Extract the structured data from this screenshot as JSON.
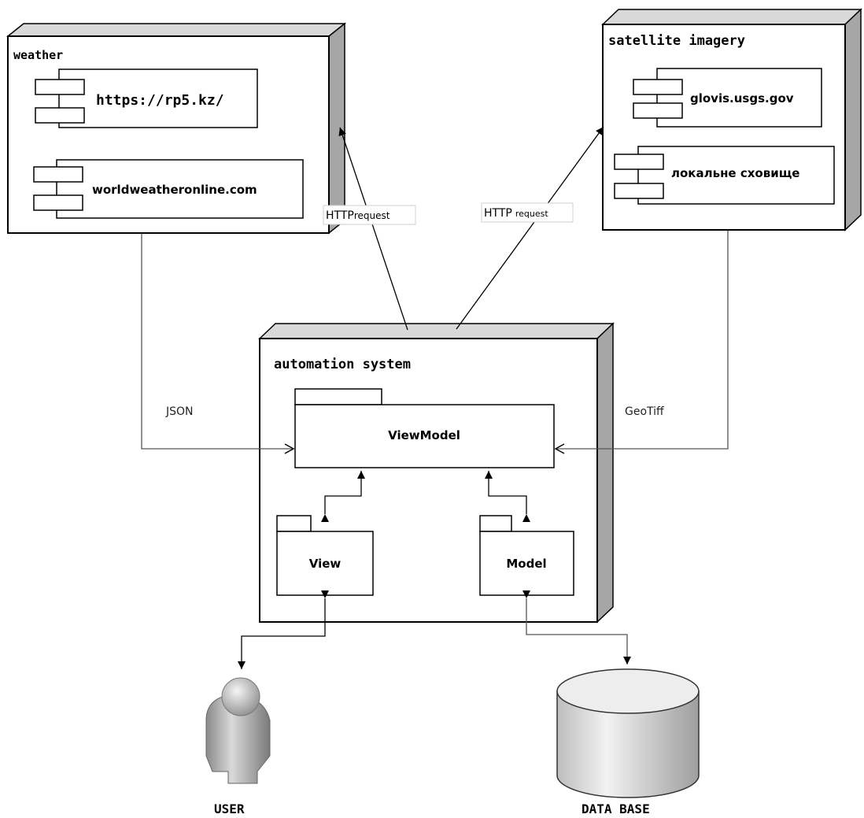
{
  "nodes": {
    "weather": {
      "title": "weather",
      "components": [
        "https://rp5.kz/",
        "worldweatheronline.com"
      ]
    },
    "satellite": {
      "title": "satellite imagery",
      "components": [
        "glovis.usgs.gov",
        "локальне сховище"
      ]
    },
    "automation": {
      "title": "automation system",
      "packages": {
        "viewmodel": "ViewModel",
        "view": "View",
        "model": "Model"
      }
    }
  },
  "edges": {
    "json": "JSON",
    "geotiff": "GeoTiff",
    "http_left_big": "HTTP",
    "http_left_small": "request",
    "http_right_big": "HTTP",
    "http_right_small": "request"
  },
  "actors": {
    "user": "USER",
    "database": "DATA BASE"
  }
}
